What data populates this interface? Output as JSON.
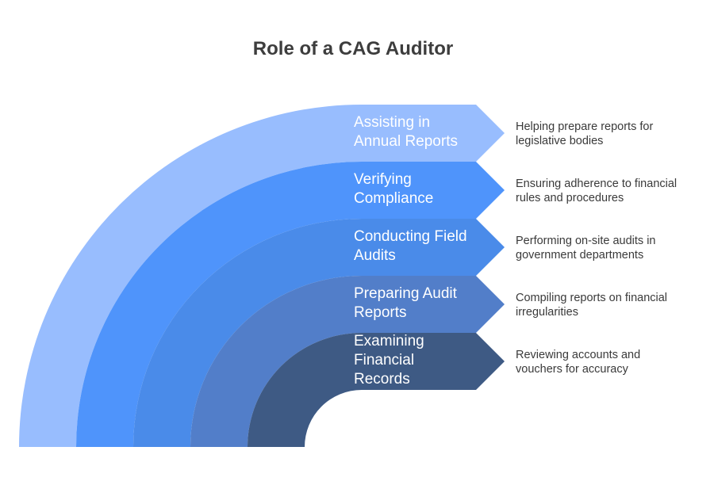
{
  "title": "Role of a CAG Auditor",
  "colors": {
    "band_1": "#98bdfe",
    "band_2": "#4f94fb",
    "band_3": "#4a8be9",
    "band_4": "#527ec9",
    "band_5": "#3e5a84",
    "description_text": "#3a3a3a",
    "label_text": "#ffffff"
  },
  "stages": [
    {
      "label_lines": [
        "Assisting in",
        "Annual Reports"
      ],
      "description_lines": [
        "Helping prepare reports for",
        "legislative bodies"
      ]
    },
    {
      "label_lines": [
        "Verifying",
        "Compliance"
      ],
      "description_lines": [
        "Ensuring adherence to financial",
        "rules and procedures"
      ]
    },
    {
      "label_lines": [
        "Conducting Field",
        "Audits"
      ],
      "description_lines": [
        "Performing on-site audits in",
        "government departments"
      ]
    },
    {
      "label_lines": [
        "Preparing Audit",
        "Reports"
      ],
      "description_lines": [
        "Compiling reports on financial",
        "irregularities"
      ]
    },
    {
      "label_lines": [
        "Examining",
        "Financial",
        "Records"
      ],
      "description_lines": [
        "Reviewing accounts and",
        "vouchers for accuracy"
      ]
    }
  ]
}
